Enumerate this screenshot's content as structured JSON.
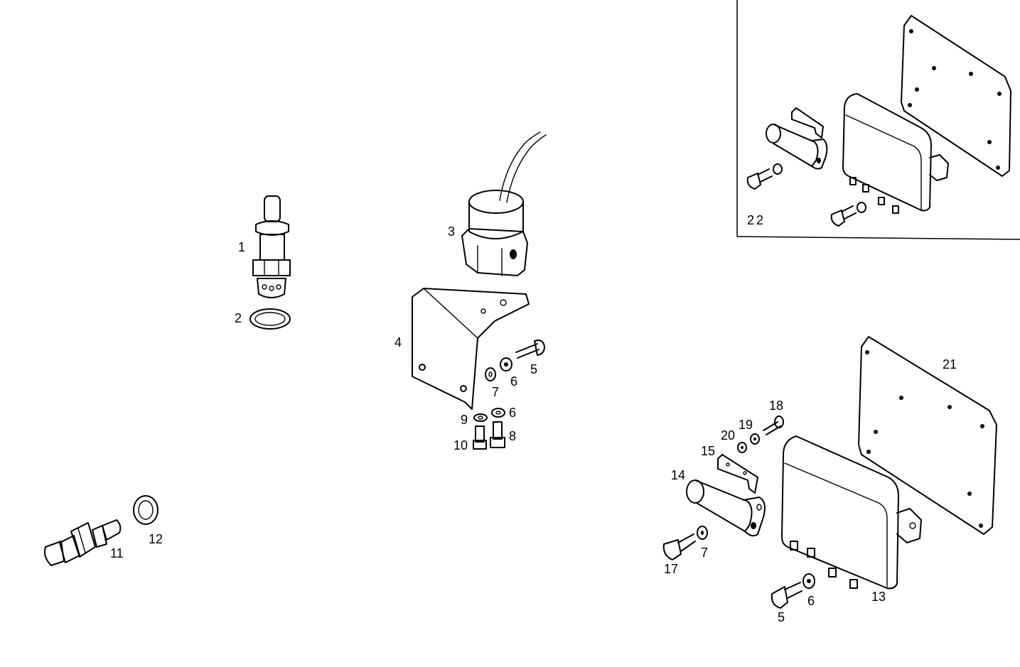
{
  "callouts": {
    "c1": "1",
    "c2": "2",
    "c3": "3",
    "c4": "4",
    "c5a": "5",
    "c6a": "6",
    "c7a": "7",
    "c9": "9",
    "c6b": "6",
    "c10": "10",
    "c8": "8",
    "c11": "11",
    "c12": "12",
    "c21": "21",
    "c18": "18",
    "c19": "19",
    "c20": "20",
    "c15": "15",
    "c14": "14",
    "c7b": "7",
    "c17": "17",
    "c6c": "6",
    "c5b": "5",
    "c13": "13",
    "c22": "22"
  },
  "colors": {
    "ink": "#000000",
    "paper": "#ffffff"
  }
}
